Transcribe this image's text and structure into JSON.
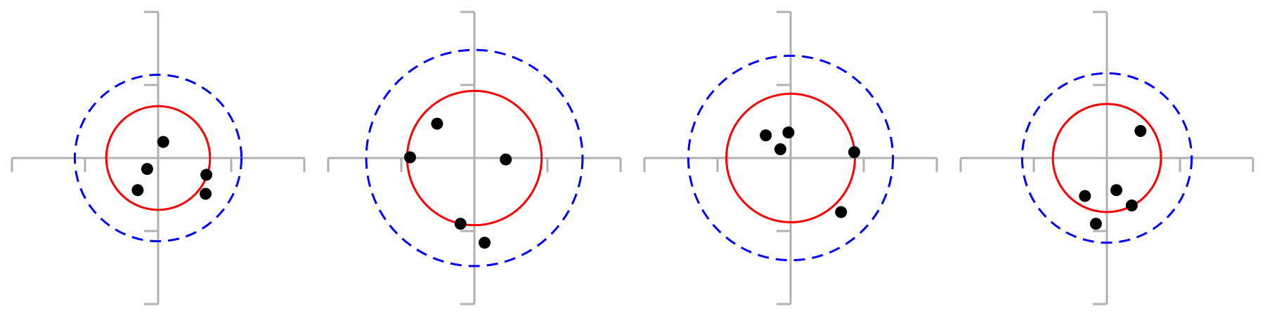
{
  "chart_data": [
    {
      "type": "scatter",
      "xlim": [
        -2,
        2
      ],
      "ylim": [
        -2,
        2
      ],
      "ticks": [
        -2,
        -1,
        0,
        1,
        2
      ],
      "grid": false,
      "points": [
        [
          0.07,
          0.22
        ],
        [
          -0.15,
          -0.15
        ],
        [
          -0.28,
          -0.44
        ],
        [
          0.66,
          -0.23
        ],
        [
          0.65,
          -0.49
        ]
      ],
      "circles": [
        {
          "style": "solid",
          "color": "#ff0000",
          "center": [
            0,
            0
          ],
          "radius": 0.71
        },
        {
          "style": "dashed",
          "color": "#0000ff",
          "center": [
            0,
            0
          ],
          "radius": 1.14
        }
      ]
    },
    {
      "type": "scatter",
      "xlim": [
        -2,
        2
      ],
      "ylim": [
        -2,
        2
      ],
      "ticks": [
        -2,
        -1,
        0,
        1,
        2
      ],
      "grid": false,
      "points": [
        [
          -0.51,
          0.47
        ],
        [
          -0.88,
          0.01
        ],
        [
          0.43,
          -0.02
        ],
        [
          -0.19,
          -0.9
        ],
        [
          0.14,
          -1.16
        ]
      ],
      "circles": [
        {
          "style": "solid",
          "color": "#ff0000",
          "center": [
            0,
            0
          ],
          "radius": 0.92
        },
        {
          "style": "dashed",
          "color": "#0000ff",
          "center": [
            0,
            0
          ],
          "radius": 1.48
        }
      ]
    },
    {
      "type": "scatter",
      "xlim": [
        -2,
        2
      ],
      "ylim": [
        -2,
        2
      ],
      "ticks": [
        -2,
        -1,
        0,
        1,
        2
      ],
      "grid": false,
      "points": [
        [
          -0.34,
          0.31
        ],
        [
          -0.03,
          0.35
        ],
        [
          -0.14,
          0.12
        ],
        [
          0.87,
          0.08
        ],
        [
          0.69,
          -0.74
        ]
      ],
      "circles": [
        {
          "style": "solid",
          "color": "#ff0000",
          "center": [
            0,
            0
          ],
          "radius": 0.88
        },
        {
          "style": "dashed",
          "color": "#0000ff",
          "center": [
            0,
            0
          ],
          "radius": 1.4
        }
      ]
    },
    {
      "type": "scatter",
      "xlim": [
        -2,
        2
      ],
      "ylim": [
        -2,
        2
      ],
      "ticks": [
        -2,
        -1,
        0,
        1,
        2
      ],
      "grid": false,
      "points": [
        [
          0.46,
          0.37
        ],
        [
          -0.3,
          -0.52
        ],
        [
          0.13,
          -0.44
        ],
        [
          0.34,
          -0.65
        ],
        [
          -0.15,
          -0.9
        ]
      ],
      "circles": [
        {
          "style": "solid",
          "color": "#ff0000",
          "center": [
            0,
            0
          ],
          "radius": 0.74
        },
        {
          "style": "dashed",
          "color": "#0000ff",
          "center": [
            0,
            0
          ],
          "radius": 1.16
        }
      ]
    }
  ],
  "colors": {
    "axis": "#b0b0b0",
    "points": "#000000"
  }
}
